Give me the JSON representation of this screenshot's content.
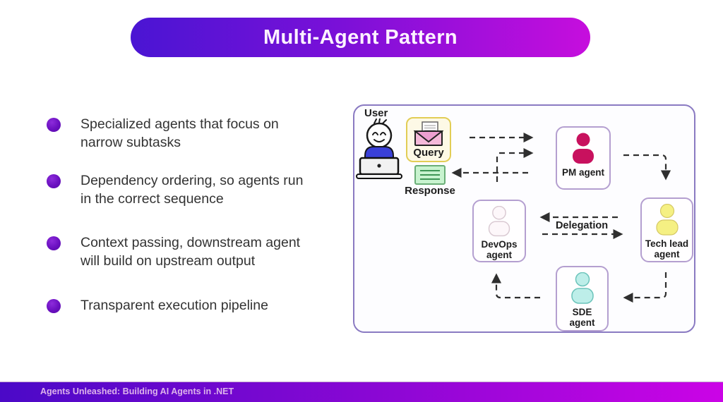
{
  "slide": {
    "title": "Multi-Agent Pattern",
    "footer": "Agents Unleashed: Building AI Agents in .NET"
  },
  "bullets": [
    {
      "text": "Specialized agents that focus on narrow subtasks",
      "lines": [
        "Specialized agents that focus on",
        "narrow subtasks"
      ]
    },
    {
      "text": "Dependency ordering, so agents run in the correct sequence",
      "lines": [
        "Dependency ordering, so agents run",
        "in the correct sequence"
      ]
    },
    {
      "text": "Context passing, downstream agent will build on upstream output",
      "lines": [
        "Context passing, downstream agent",
        "will build on upstream output"
      ]
    },
    {
      "text": "Transparent execution pipeline",
      "lines": [
        "Transparent execution pipeline"
      ]
    }
  ],
  "diagram": {
    "user_label": "User",
    "query_label": "Query",
    "response_label": "Response",
    "delegation_label": "Delegation",
    "agents": [
      {
        "id": "pm-agent",
        "label": "PM agent",
        "lines": [
          "PM agent"
        ],
        "color": "#c8115e"
      },
      {
        "id": "devops-agent",
        "label": "DevOps agent",
        "lines": [
          "DevOps",
          "agent"
        ],
        "color": "#fdf7fa"
      },
      {
        "id": "tech-lead-agent",
        "label": "Tech lead agent",
        "lines": [
          "Tech lead",
          "agent"
        ],
        "color": "#f5f083"
      },
      {
        "id": "sde-agent",
        "label": "SDE agent",
        "lines": [
          "SDE",
          "agent"
        ],
        "color": "#bdeee9"
      }
    ]
  },
  "colors": {
    "title_gradient_start": "#4a15d3",
    "title_gradient_end": "#c60edd",
    "footer_gradient_start": "#4b09c7",
    "footer_gradient_end": "#cb04e6",
    "bullet_dot": "#6a10c0",
    "diagram_border": "#8a7ac2",
    "query_border": "#e2cd55",
    "response_green": "#c8f3cf",
    "arrow": "#2f2f2f"
  }
}
